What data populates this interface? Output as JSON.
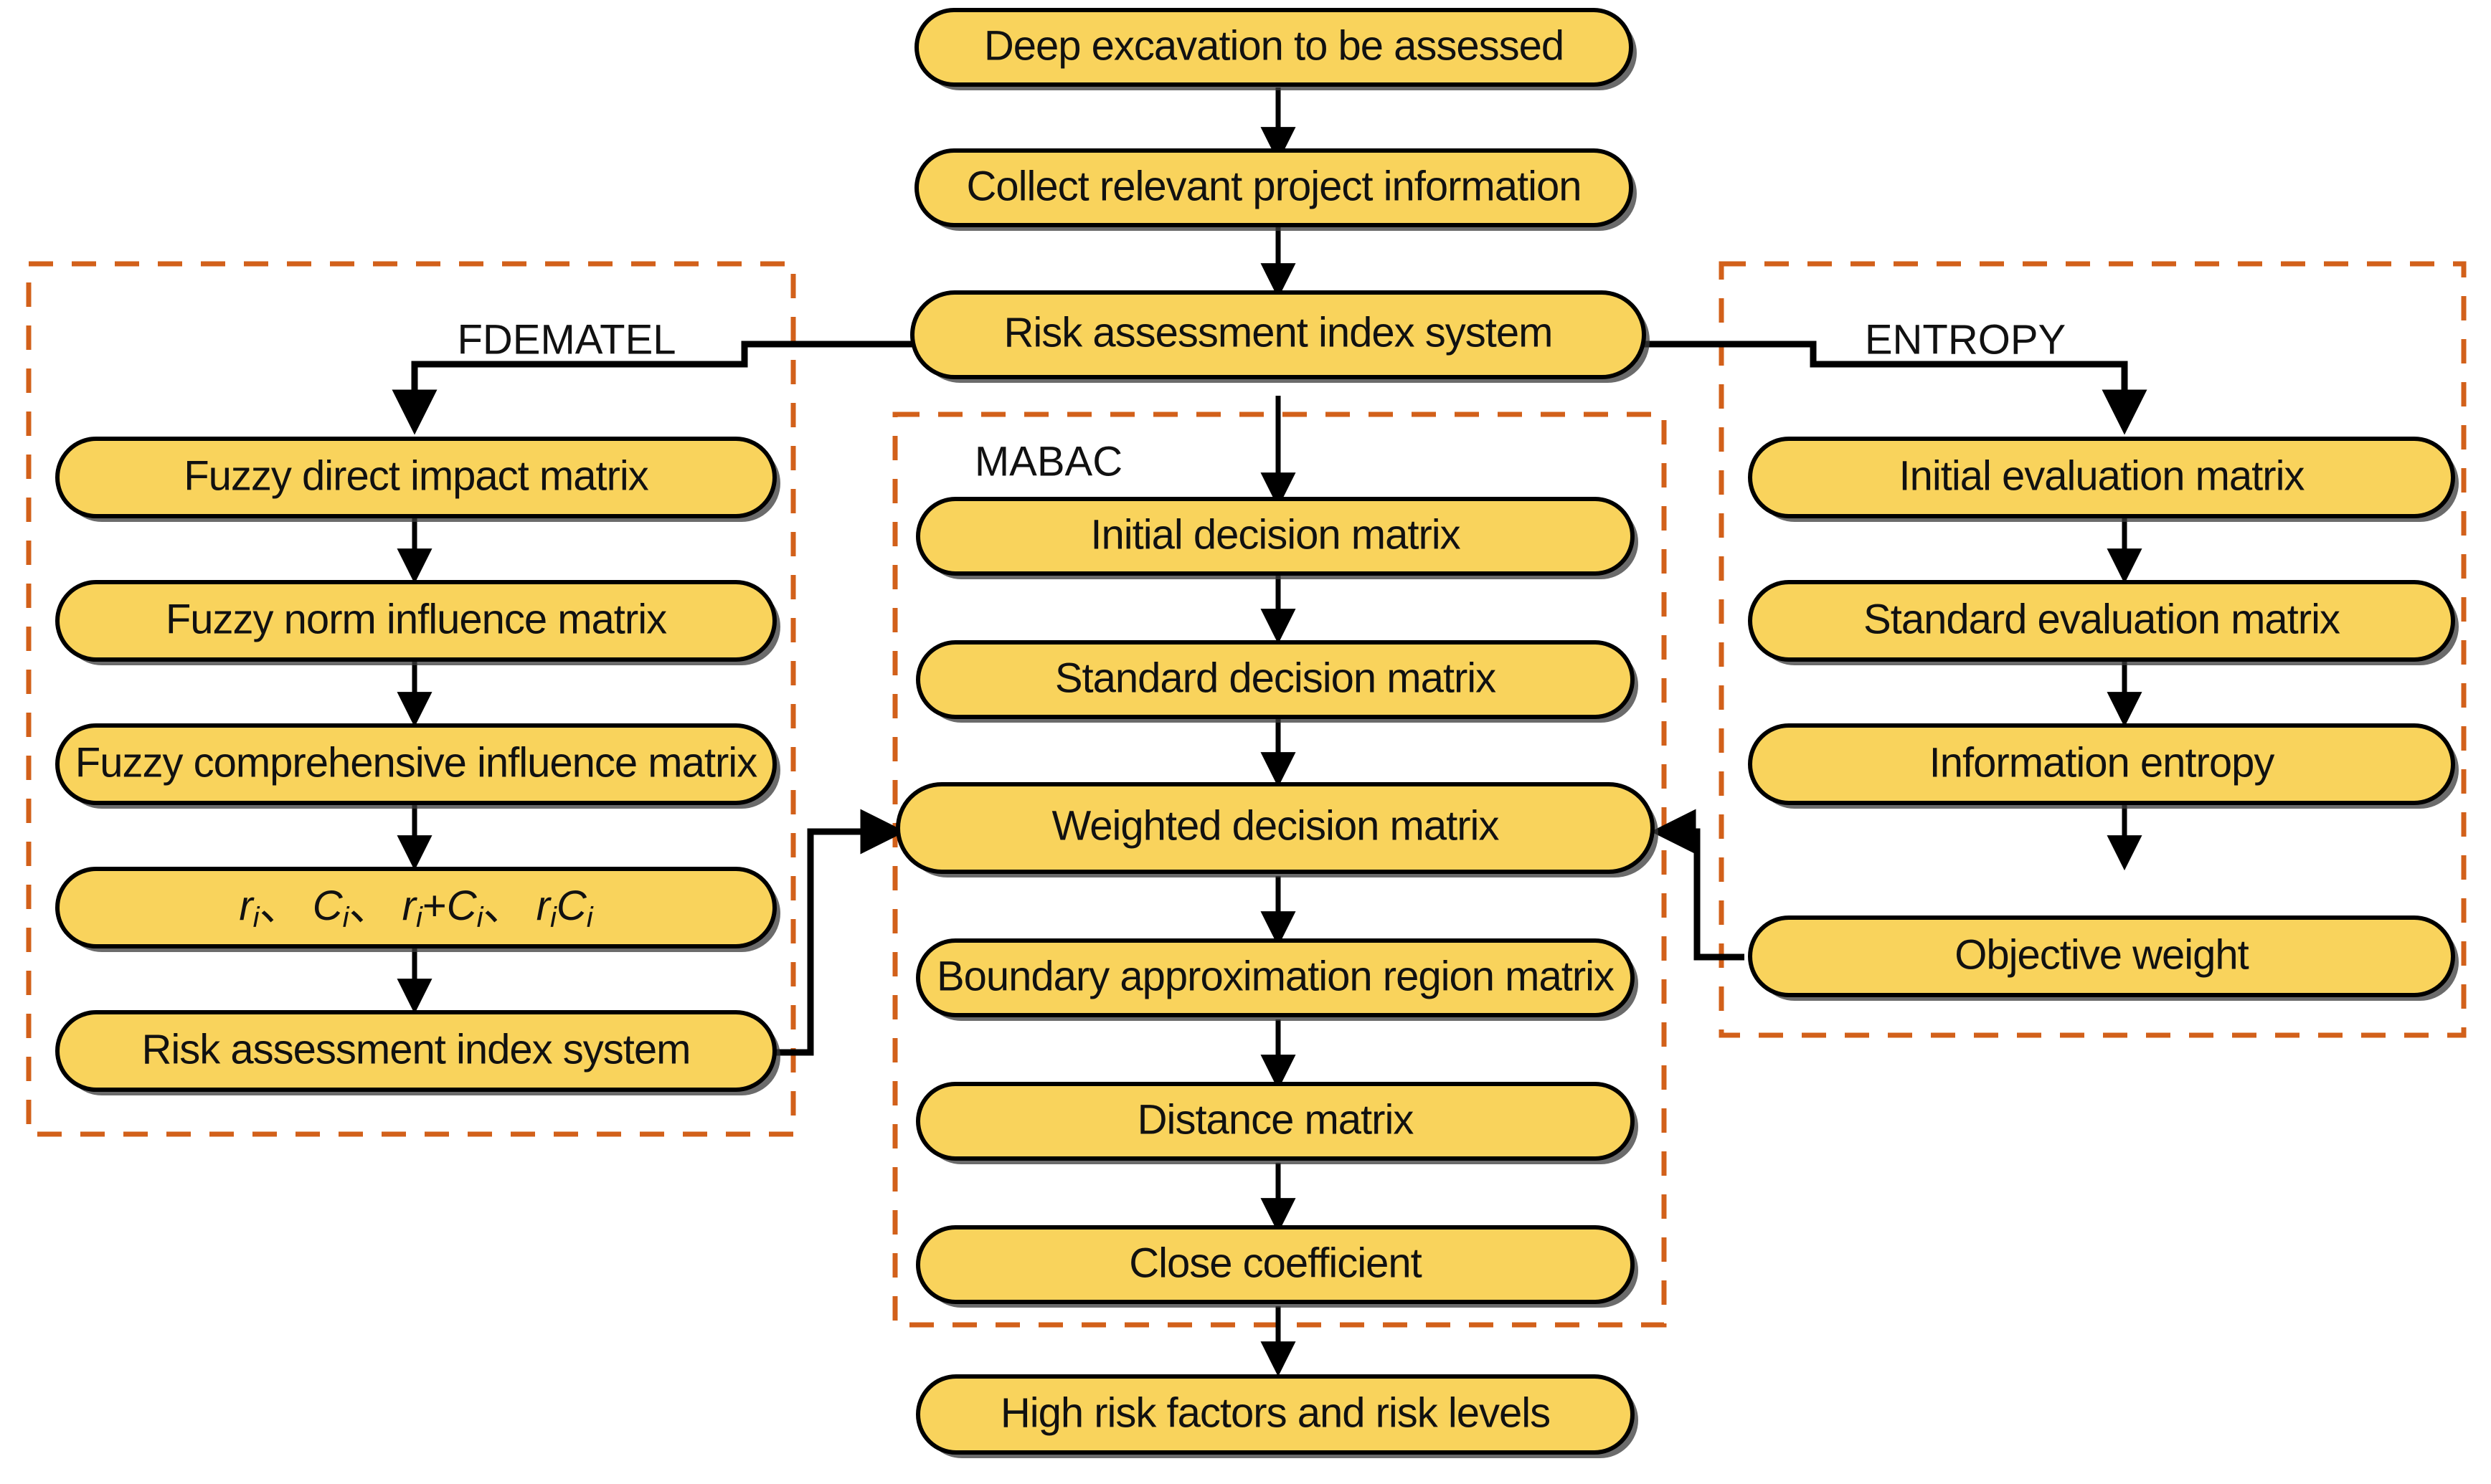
{
  "diagram": {
    "title": "Deep excavation risk assessment methodology flowchart",
    "colors": {
      "node_fill": "#F9D35C",
      "node_stroke": "#000000",
      "group_border": "#D2601A",
      "background": "#FFFFFF",
      "connector": "#000000"
    }
  },
  "groups": [
    {
      "id": "fdematel",
      "label": "FDEMATEL"
    },
    {
      "id": "mabac",
      "label": "MABAC"
    },
    {
      "id": "entropy",
      "label": "ENTROPY"
    }
  ],
  "top_chain": [
    {
      "id": "n-deep-excavation",
      "label": "Deep excavation to be assessed"
    },
    {
      "id": "n-collect-info",
      "label": "Collect relevant project information"
    },
    {
      "id": "n-risk-index-top",
      "label": "Risk assessment index system"
    }
  ],
  "fdematel_nodes": [
    {
      "id": "n-fuzzy-direct",
      "label": "Fuzzy direct impact matrix"
    },
    {
      "id": "n-fuzzy-norm",
      "label": "Fuzzy norm influence matrix"
    },
    {
      "id": "n-fuzzy-comprehensive",
      "label": "Fuzzy comprehensive influence matrix"
    },
    {
      "id": "n-ri-ci",
      "label": "ri、 Ci、 ri+Ci、 riCi",
      "is_math": true
    },
    {
      "id": "n-risk-index-left",
      "label": "Risk assessment index system"
    }
  ],
  "mabac_nodes": [
    {
      "id": "n-initial-decision",
      "label": "Initial decision matrix"
    },
    {
      "id": "n-standard-decision",
      "label": "Standard decision matrix"
    },
    {
      "id": "n-weighted-decision",
      "label": "Weighted decision matrix"
    },
    {
      "id": "n-boundary-region",
      "label": "Boundary approximation region matrix"
    },
    {
      "id": "n-distance-matrix",
      "label": "Distance matrix"
    },
    {
      "id": "n-close-coefficient",
      "label": "Close coefficient"
    }
  ],
  "entropy_nodes": [
    {
      "id": "n-initial-evaluation",
      "label": "Initial evaluation matrix"
    },
    {
      "id": "n-standard-evaluation",
      "label": "Standard evaluation matrix"
    },
    {
      "id": "n-information-entropy",
      "label": "Information entropy"
    },
    {
      "id": "n-objective-weight",
      "label": "Objective weight"
    }
  ],
  "outcome": [
    {
      "id": "n-high-risk",
      "label": "High risk factors and risk levels"
    }
  ],
  "math_parts": {
    "r": "r",
    "C": "C",
    "i": "i",
    "sep": "、",
    "plus": "+"
  }
}
